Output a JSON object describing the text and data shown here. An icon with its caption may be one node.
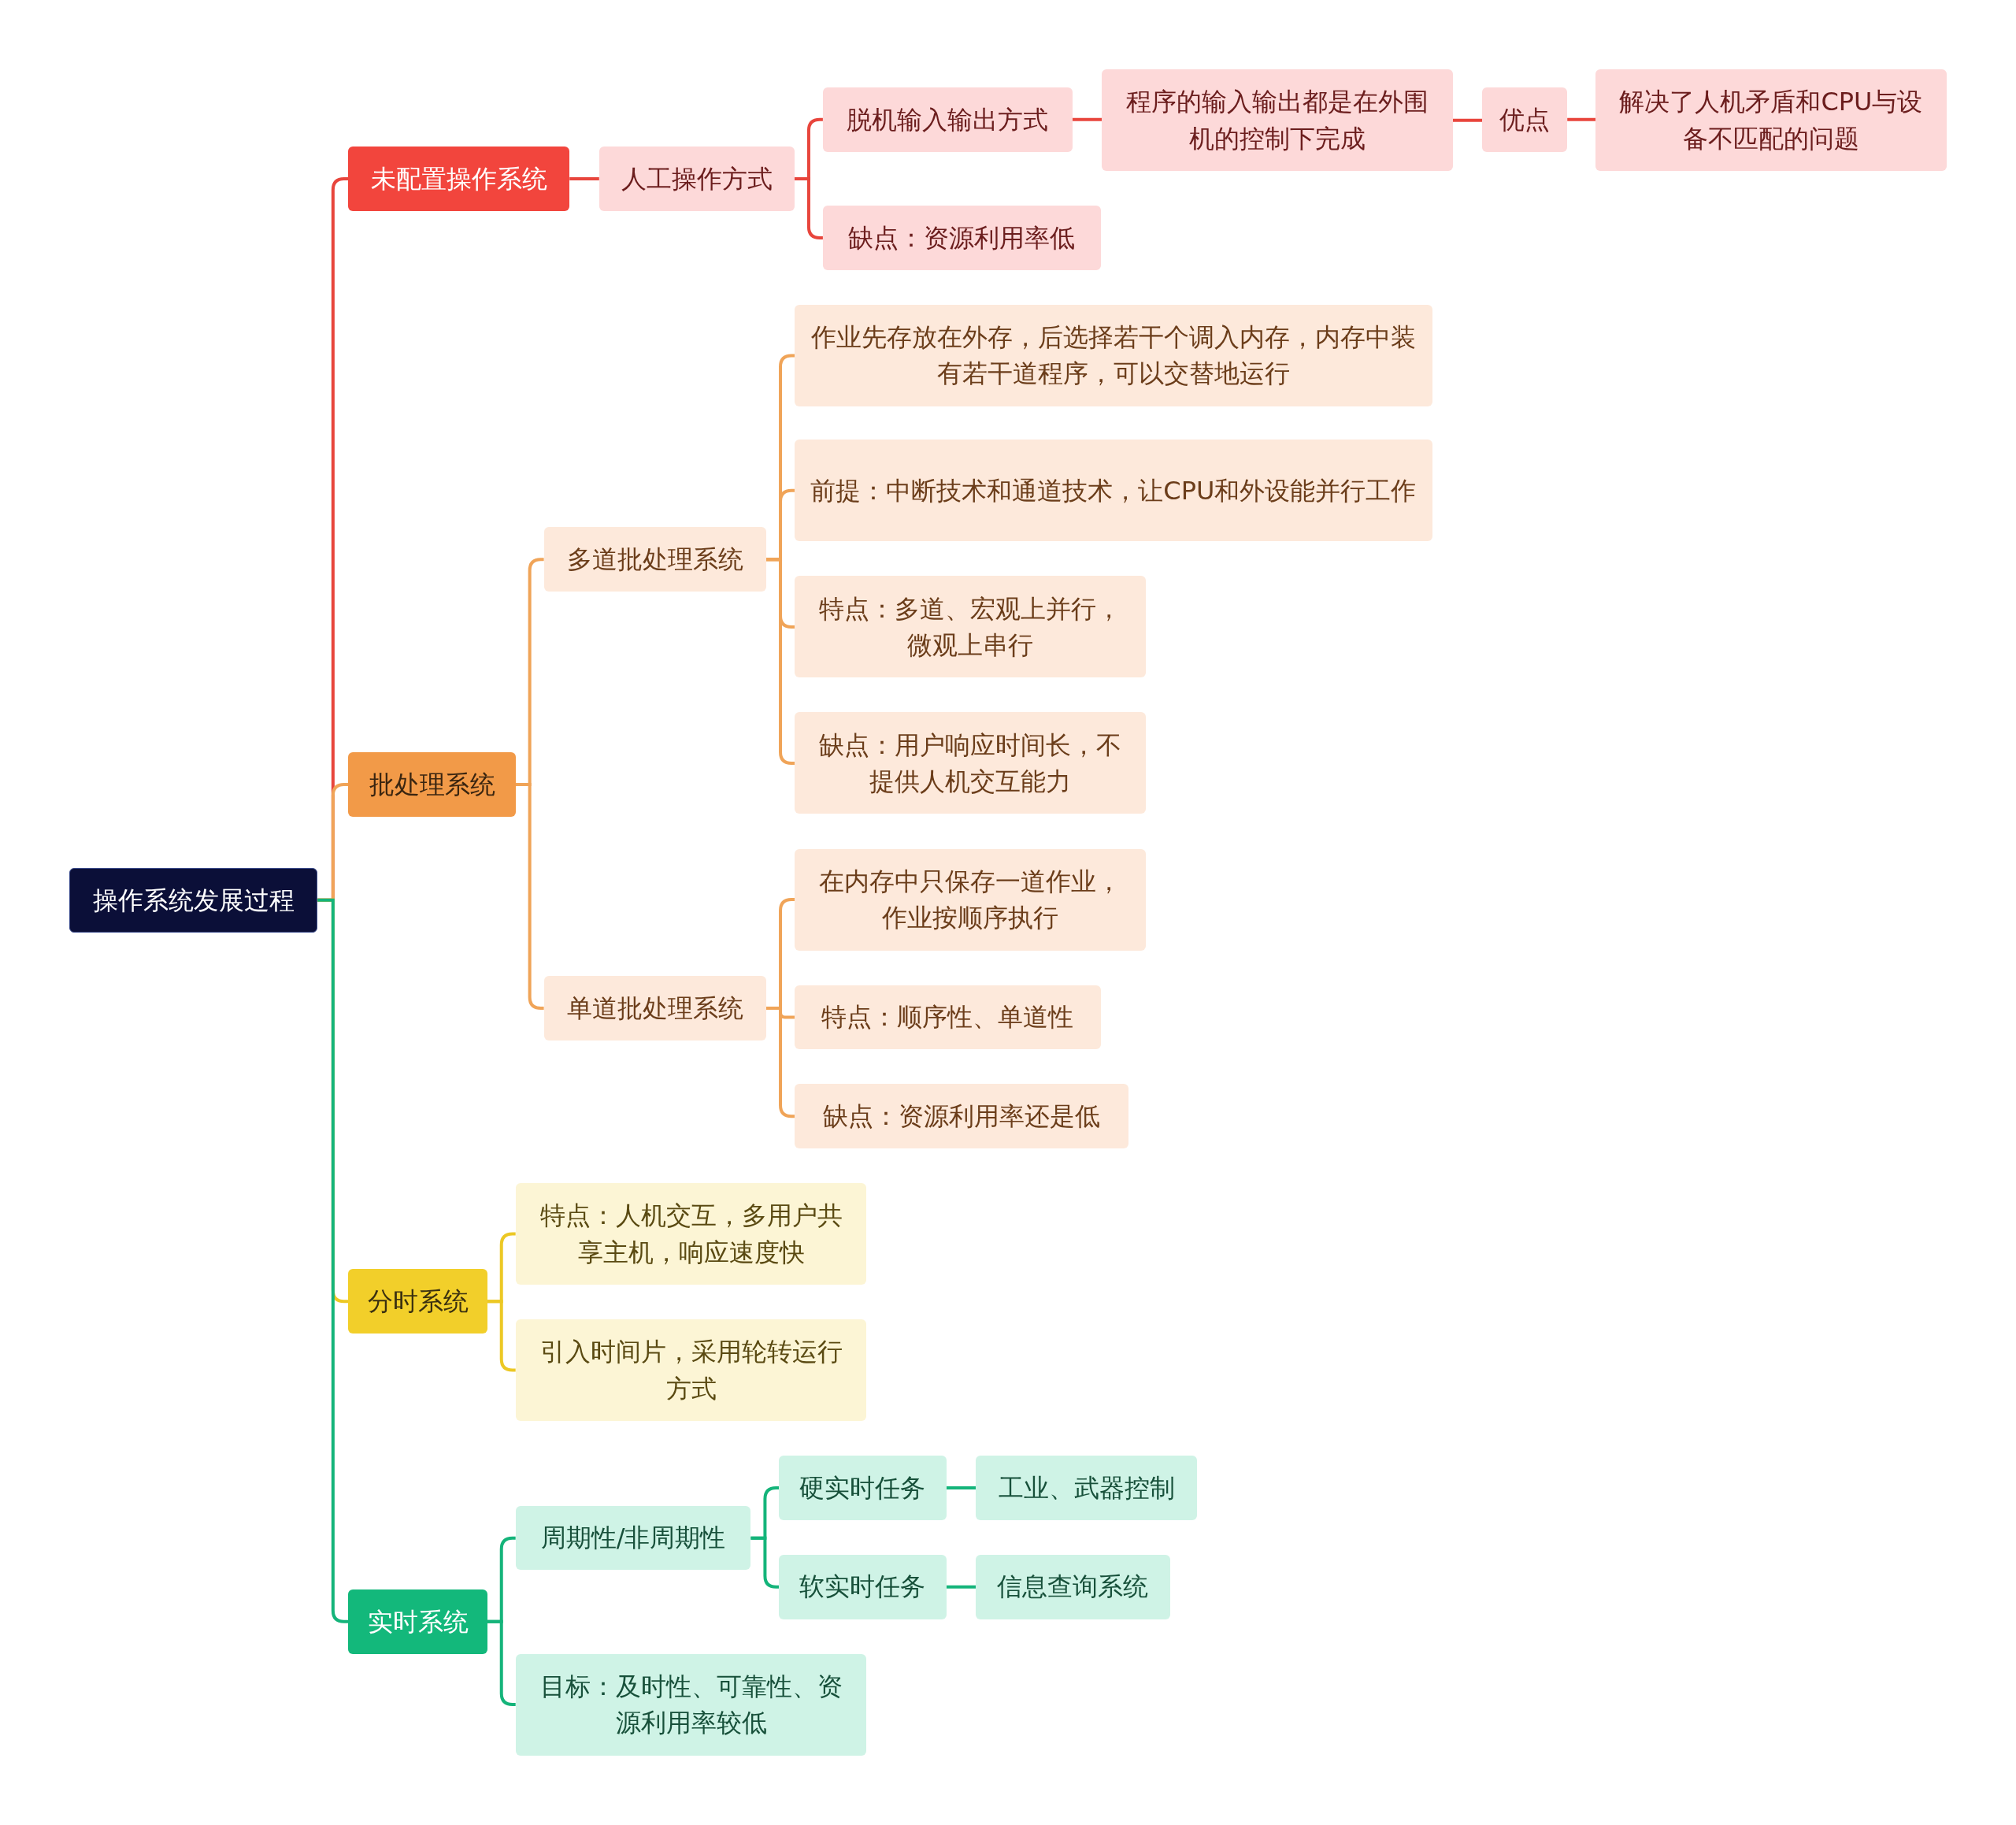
{
  "diagram": {
    "nodes": [
      {
        "text": [
          "操作系统发展过程"
        ]
      },
      {
        "text": [
          "未配置操作系统"
        ]
      },
      {
        "text": [
          "人工操作方式"
        ]
      },
      {
        "text": [
          "脱机输入输出方式"
        ]
      },
      {
        "text": [
          "程序的输入输出都是在外围机的控制下完成"
        ]
      },
      {
        "text": [
          "优点"
        ]
      },
      {
        "text": [
          "解决了人机矛盾和CPU与设备不匹配的问题"
        ]
      },
      {
        "text": [
          "缺点：资源利用率低"
        ]
      },
      {
        "text": [
          "批处理系统"
        ]
      },
      {
        "text": [
          "多道批处理系统"
        ]
      },
      {
        "text": [
          "作业先存放在外存，后选择若干个调入内存，内存中装有若干道程序，可以交替地运行"
        ]
      },
      {
        "text": [
          "前提：中断技术和通道技术，让CPU和外设能并行工作"
        ]
      },
      {
        "text": [
          "特点：多道、宏观上并行，微观上串行"
        ]
      },
      {
        "text": [
          "缺点：用户响应时间长，不提供人机交互能力"
        ]
      },
      {
        "text": [
          "单道批处理系统"
        ]
      },
      {
        "text": [
          "在内存中只保存一道作业，作业按顺序执行"
        ]
      },
      {
        "text": [
          "特点：顺序性、单道性"
        ]
      },
      {
        "text": [
          "缺点：资源利用率还是低"
        ]
      },
      {
        "text": [
          "分时系统"
        ]
      },
      {
        "text": [
          "特点：人机交互，多用户共享主机，响应速度快"
        ]
      },
      {
        "text": [
          "引入时间片，采用轮转运行方式"
        ]
      },
      {
        "text": [
          "实时系统"
        ]
      },
      {
        "text": [
          "周期性/非周期性"
        ]
      },
      {
        "text": [
          "硬实时任务"
        ]
      },
      {
        "text": [
          "工业、武器控制"
        ]
      },
      {
        "text": [
          "软实时任务"
        ]
      },
      {
        "text": [
          "信息查询系统"
        ]
      },
      {
        "text": [
          "目标：及时性、可靠性、资源利用率较低"
        ]
      }
    ],
    "edges": [
      {
        "from": 0,
        "to": 1,
        "arrow": "none",
        "color": "#e8453c"
      },
      {
        "from": 1,
        "to": 2,
        "arrow": "none",
        "color": "#e8453c"
      },
      {
        "from": 2,
        "to": 3,
        "arrow": "none",
        "color": "#e8453c"
      },
      {
        "from": 2,
        "to": 7,
        "arrow": "none",
        "color": "#e8453c"
      },
      {
        "from": 3,
        "to": 4,
        "arrow": "none",
        "color": "#e8453c"
      },
      {
        "from": 4,
        "to": 5,
        "arrow": "none",
        "color": "#e8453c"
      },
      {
        "from": 5,
        "to": 6,
        "arrow": "none",
        "color": "#e8453c"
      },
      {
        "from": 0,
        "to": 8,
        "arrow": "none",
        "color": "#f0a458"
      },
      {
        "from": 8,
        "to": 9,
        "arrow": "none",
        "color": "#f0a458"
      },
      {
        "from": 8,
        "to": 14,
        "arrow": "none",
        "color": "#f0a458"
      },
      {
        "from": 9,
        "to": 10,
        "arrow": "none",
        "color": "#f0a458"
      },
      {
        "from": 9,
        "to": 11,
        "arrow": "none",
        "color": "#f0a458"
      },
      {
        "from": 9,
        "to": 12,
        "arrow": "none",
        "color": "#f0a458"
      },
      {
        "from": 9,
        "to": 13,
        "arrow": "none",
        "color": "#f0a458"
      },
      {
        "from": 14,
        "to": 15,
        "arrow": "none",
        "color": "#f0a458"
      },
      {
        "from": 14,
        "to": 16,
        "arrow": "none",
        "color": "#f0a458"
      },
      {
        "from": 14,
        "to": 17,
        "arrow": "none",
        "color": "#f0a458"
      },
      {
        "from": 0,
        "to": 18,
        "arrow": "none",
        "color": "#ecc824"
      },
      {
        "from": 18,
        "to": 19,
        "arrow": "none",
        "color": "#ecc824"
      },
      {
        "from": 18,
        "to": 20,
        "arrow": "none",
        "color": "#ecc824"
      },
      {
        "from": 0,
        "to": 21,
        "arrow": "none",
        "color": "#14b47a"
      },
      {
        "from": 21,
        "to": 22,
        "arrow": "none",
        "color": "#14b47a"
      },
      {
        "from": 21,
        "to": 27,
        "arrow": "none",
        "color": "#14b47a"
      },
      {
        "from": 22,
        "to": 23,
        "arrow": "none",
        "color": "#14b47a"
      },
      {
        "from": 22,
        "to": 25,
        "arrow": "none",
        "color": "#14b47a"
      },
      {
        "from": 23,
        "to": 24,
        "arrow": "none",
        "color": "#14b47a"
      },
      {
        "from": 25,
        "to": 26,
        "arrow": "none",
        "color": "#14b47a"
      }
    ]
  }
}
